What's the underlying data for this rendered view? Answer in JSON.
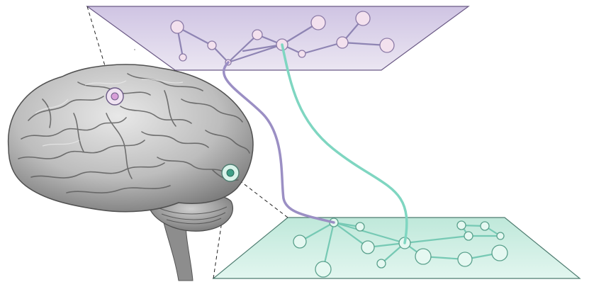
{
  "figure": {
    "has_text": false,
    "colors": {
      "top_plane_fill": "#dcd3e8",
      "top_plane_stroke": "#6b5a86",
      "top_node_fill": "#f3e1ee",
      "top_node_stroke": "#8b7aa6",
      "top_edge": "#8e84b3",
      "bottom_plane_fill": "#cfeee3",
      "bottom_plane_stroke": "#4e7c70",
      "bottom_node_fill": "#e5f8f1",
      "bottom_node_stroke": "#5aa08c",
      "bottom_edge": "#76c9b4",
      "purple_cable": "#9b8fc4",
      "teal_cable": "#7fd6c1",
      "brain_base": "#c9c9c9",
      "brain_shade": "#6c6c6c",
      "callout_lines": "#222222"
    },
    "elements": [
      {
        "name": "top-plane",
        "kind": "network-plane",
        "color_key": "top_plane_fill"
      },
      {
        "name": "bottom-plane",
        "kind": "network-plane",
        "color_key": "bottom_plane_fill"
      },
      {
        "name": "brain-illustration",
        "kind": "anatomical-drawing"
      },
      {
        "name": "purple-marker",
        "kind": "brain-region-marker",
        "color_key": "top_node_stroke"
      },
      {
        "name": "teal-marker",
        "kind": "brain-region-marker",
        "color_key": "bottom_node_stroke"
      },
      {
        "name": "purple-cable",
        "kind": "inter-plane-connection",
        "color_key": "purple_cable"
      },
      {
        "name": "teal-cable",
        "kind": "inter-plane-connection",
        "color_key": "teal_cable"
      }
    ]
  }
}
